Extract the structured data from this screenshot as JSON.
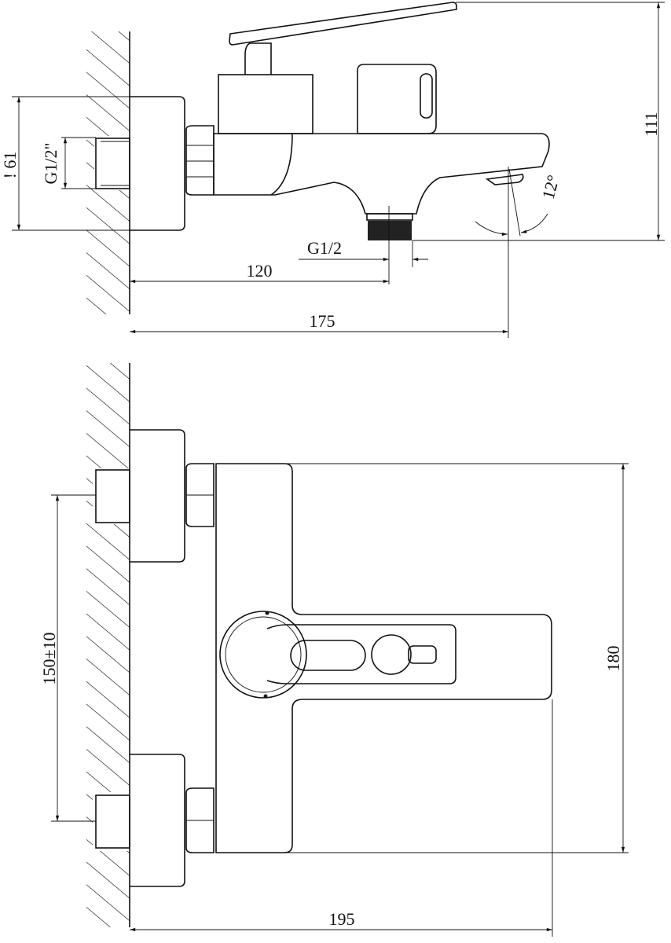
{
  "side_view": {
    "flange_diameter": "! 61",
    "inlet_thread": "G1/2\"",
    "height": "111",
    "spout_angle": "12°",
    "outlet_thread": "G1/2",
    "outlet_distance": "120",
    "spout_reach": "175"
  },
  "front_view": {
    "inlet_spacing": "150±10",
    "body_height": "180",
    "total_depth": "195"
  }
}
